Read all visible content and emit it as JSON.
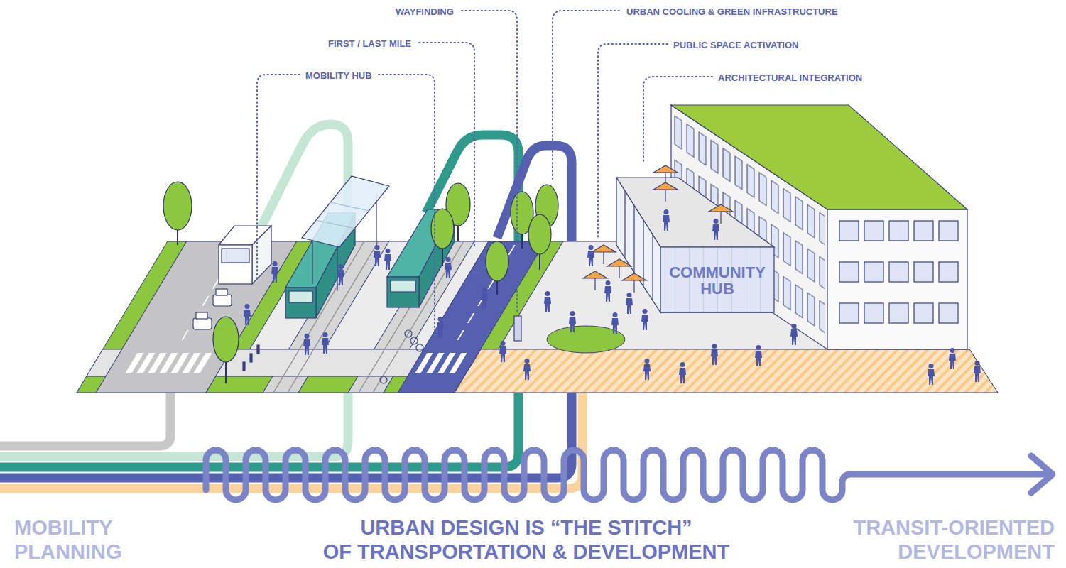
{
  "diagram": {
    "nodes": [
      {
        "text": [
          "COMMUNITY HUB"
        ]
      }
    ],
    "labels": [
      "WAYFINDING",
      "URBAN COOLING & GREEN INFRASTRUCTURE",
      "FIRST / LAST MILE",
      "PUBLIC SPACE ACTIVATION",
      "MOBILITY HUB",
      "ARCHITECTURAL INTEGRATION",
      "MOBILITY PLANNING",
      "URBAN DESIGN IS “THE STITCH” OF TRANSPORTATION & DEVELOPMENT",
      "TRANSIT-ORIENTED DEVELOPMENT"
    ]
  }
}
